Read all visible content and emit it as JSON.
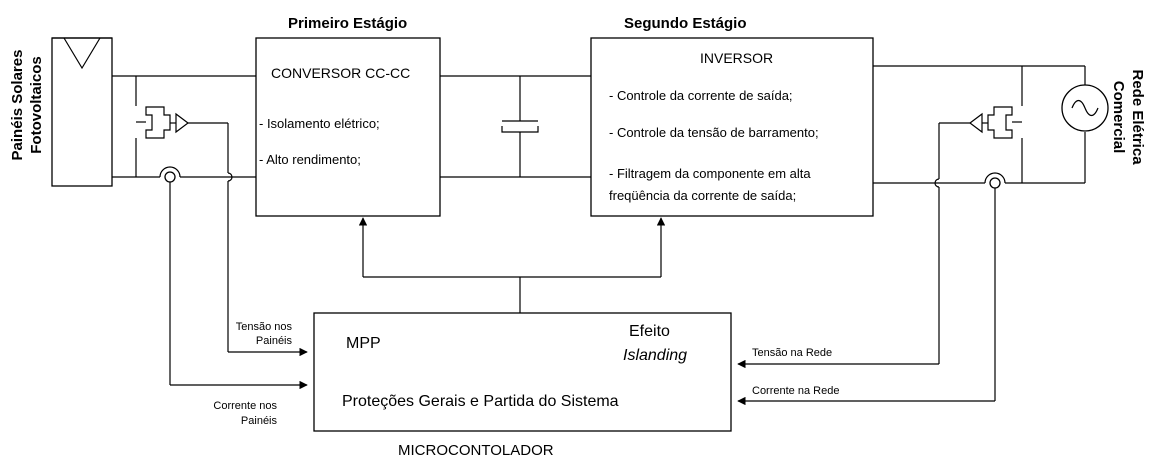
{
  "left_side_label": [
    "Painéis Solares",
    "Fotovoltaicos"
  ],
  "right_side_label": [
    "Rede Elétrica",
    "Comercial"
  ],
  "first_stage": {
    "heading": "Primeiro Estágio",
    "box_title": "CONVERSOR CC-CC",
    "items": [
      "- Isolamento elétrico;",
      "- Alto rendimento;"
    ]
  },
  "second_stage": {
    "heading": "Segundo Estágio",
    "box_title": "INVERSOR",
    "items": [
      "- Controle da corrente de saída;",
      "- Controle da tensão de barramento;",
      "- Filtragem da componente em alta",
      "freqüência da corrente de saída;"
    ]
  },
  "microcontroller": {
    "caption": "MICROCONTOLADOR",
    "mpp": "MPP",
    "efeito": "Efeito",
    "islanding": "Islanding",
    "protections": "Proteções Gerais e Partida do Sistema"
  },
  "signals": {
    "panel_voltage": [
      "Tensão nos",
      "Painéis"
    ],
    "panel_current": [
      "Corrente nos",
      "Painéis"
    ],
    "grid_voltage": "Tensão na Rede",
    "grid_current": "Corrente na Rede"
  }
}
